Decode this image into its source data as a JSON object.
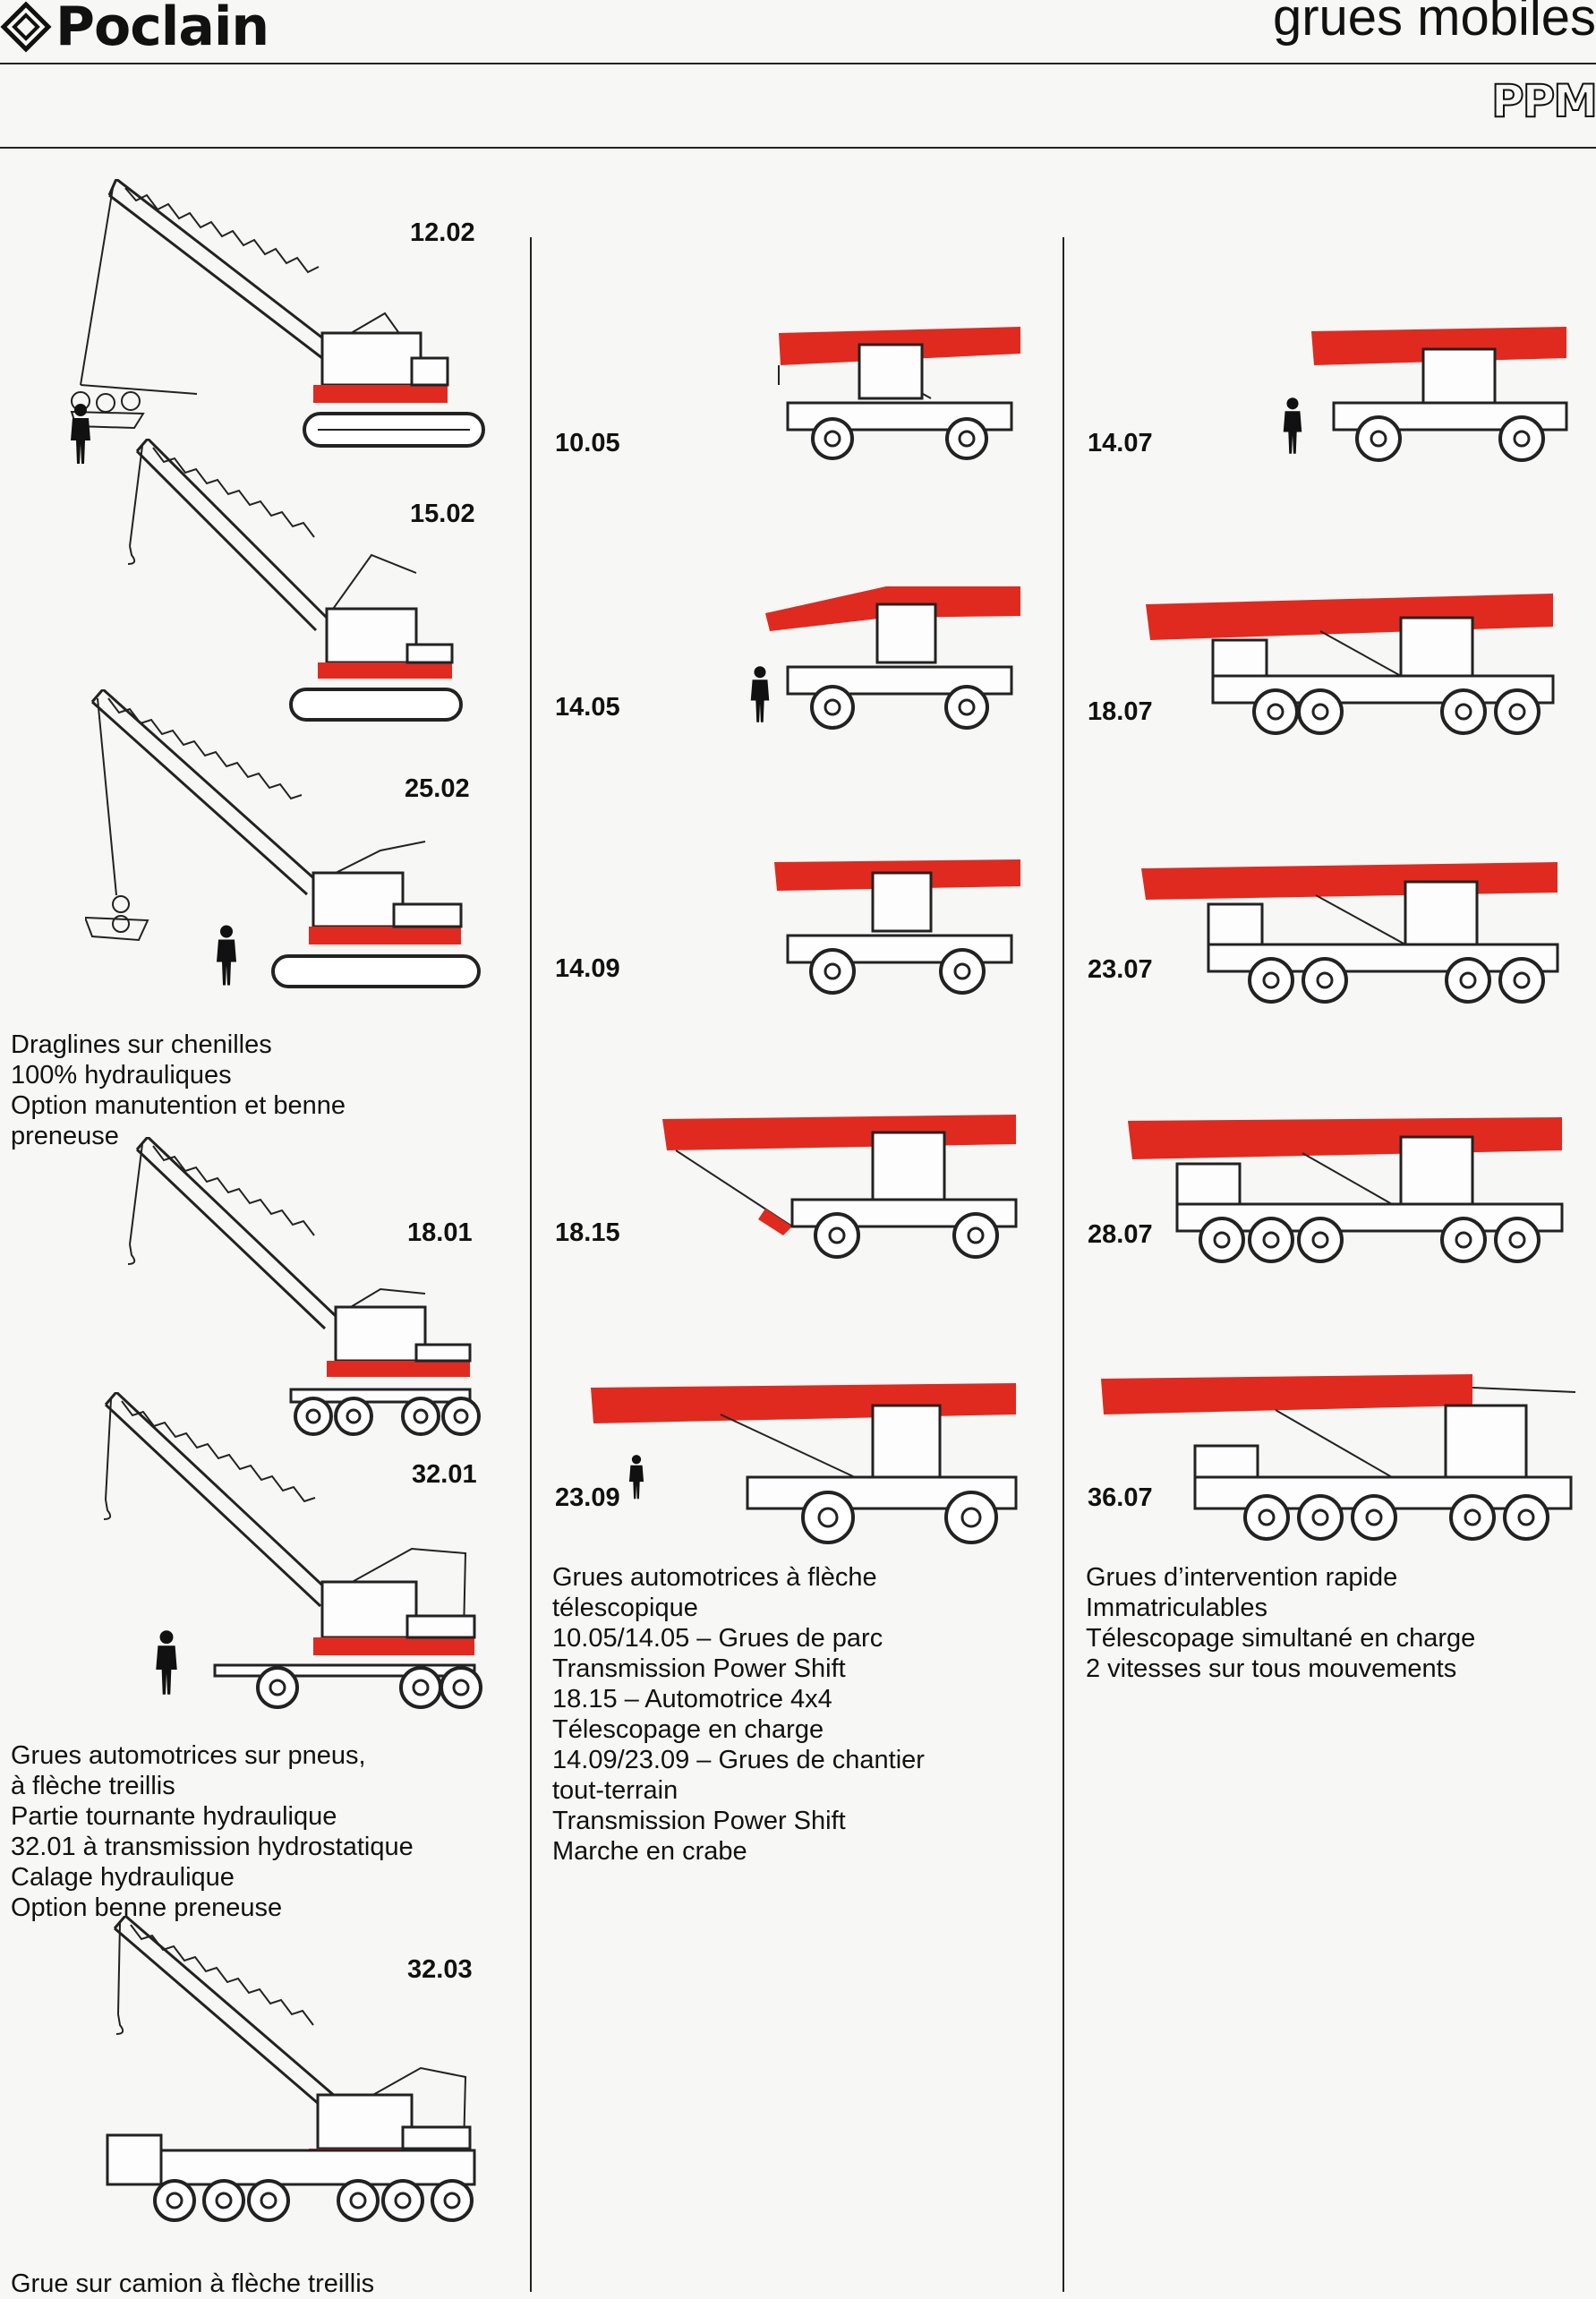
{
  "header": {
    "brand": "Poclain",
    "title": "grues mobiles",
    "ppm_logo": "PPM"
  },
  "models": {
    "m1202": "12.02",
    "m1502": "15.02",
    "m2502": "25.02",
    "m1801": "18.01",
    "m3201": "32.01",
    "m3203": "32.03",
    "m1005": "10.05",
    "m1405": "14.05",
    "m1409": "14.09",
    "m1815": "18.15",
    "m2309": "23.09",
    "m1407": "14.07",
    "m1807": "18.07",
    "m2307": "23.07",
    "m2807": "28.07",
    "m3607": "36.07"
  },
  "descriptions": {
    "draglines": [
      "Draglines sur chenilles",
      "100% hydrauliques",
      "Option manutention et benne",
      "preneuse"
    ],
    "automotrices_pneus": [
      "Grues automotrices sur pneus,",
      "à flèche treillis",
      "Partie tournante hydraulique",
      "32.01 à transmission hydrostatique",
      "Calage hydraulique",
      "Option benne preneuse"
    ],
    "camion": [
      "Grue sur camion à flèche treillis"
    ],
    "telescopique": [
      "Grues automotrices à flèche",
      "télescopique",
      "10.05/14.05 – Grues de parc",
      "Transmission Power Shift",
      "18.15 – Automotrice 4x4",
      "Télescopage en charge",
      "14.09/23.09 – Grues de chantier",
      "tout-terrain",
      "Transmission Power Shift",
      "Marche en crabe"
    ],
    "intervention": [
      "Grues d’intervention rapide",
      "Immatriculables",
      "Télescopage simultané en charge",
      "2 vitesses sur tous mouvements"
    ]
  },
  "colors": {
    "accent_red": "#e02a1f",
    "ink": "#222222",
    "paper": "#f7f7f5"
  }
}
